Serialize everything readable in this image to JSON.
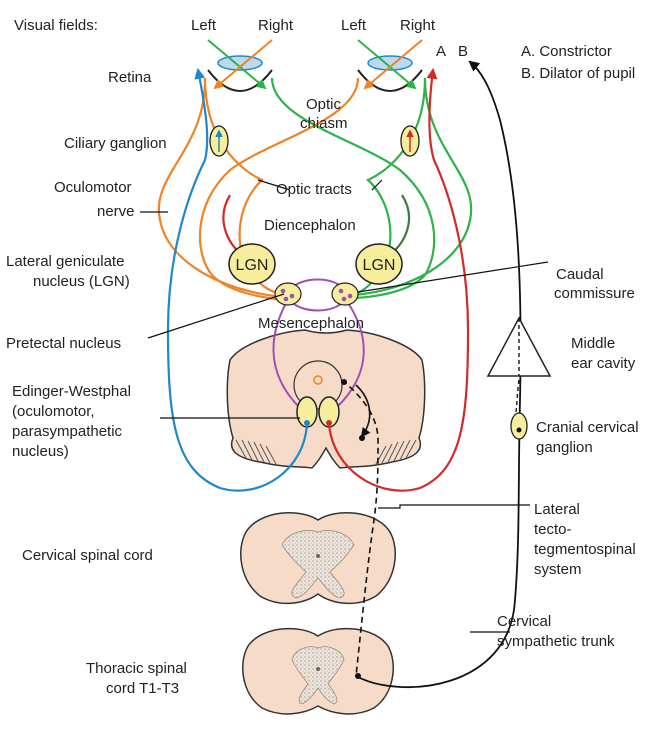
{
  "labels": {
    "visual_fields": "Visual fields:",
    "left_1": "Left",
    "right_1": "Right",
    "left_2": "Left",
    "right_2": "Right",
    "a": "A",
    "b": "B",
    "legend_a": "A. Constrictor",
    "legend_b": "B. Dilator of pupil",
    "retina": "Retina",
    "optic": "Optic",
    "chiasm": "chiasm",
    "ciliary_ganglion": "Ciliary ganglion",
    "oculomotor": "Oculomotor",
    "nerve": "nerve",
    "optic_tracts": "Optic tracts",
    "diencephalon": "Diencephalon",
    "lgn_left": "LGN",
    "lgn_right": "LGN",
    "lateral_geniculate": "Lateral geniculate",
    "nucleus_lgn": "nucleus (LGN)",
    "caudal": "Caudal",
    "commissure": "commissure",
    "pretectal": "Pretectal nucleus",
    "mesencephalon": "Mesencephalon",
    "middle": "Middle",
    "ear_cavity": "ear cavity",
    "ew_1": "Edinger-Westphal",
    "ew_2": "(oculomotor,",
    "ew_3": "parasympathetic",
    "ew_4": "nucleus)",
    "cranial_cervical": "Cranial cervical",
    "ganglion": "ganglion",
    "lateral": "Lateral",
    "tecto": "tecto-",
    "tegmentospinal": "tegmentospinal",
    "system": "system",
    "cervical_spinal_cord": "Cervical spinal cord",
    "cervical": "Cervical",
    "sympathetic_trunk": "sympathetic trunk",
    "thoracic_1": "Thoracic spinal",
    "thoracic_2": "cord T1-T3"
  },
  "colors": {
    "orange": "#f08228",
    "green": "#2eb34a",
    "blue": "#1e88c8",
    "red": "#d22a2a",
    "purple": "#9b51b8",
    "dark_green": "#3f7a3f",
    "nucleus_fill": "#f7ee9c",
    "tissue_fill": "#f6dcc8",
    "lens_fill": "#bcd9ee"
  }
}
